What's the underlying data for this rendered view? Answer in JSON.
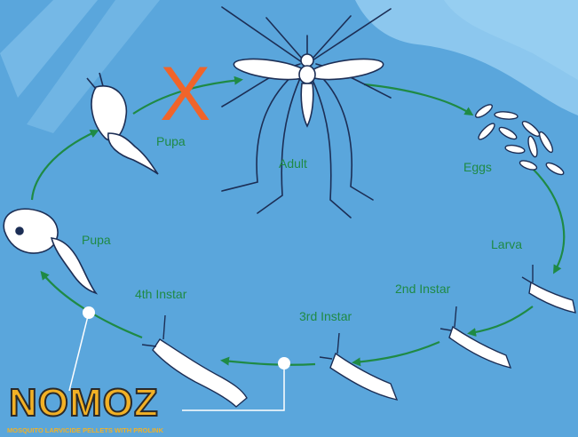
{
  "stages": {
    "adult": "Adult",
    "eggs": "Eggs",
    "larva": "Larva",
    "instar2": "2nd Instar",
    "instar3": "3rd Instar",
    "instar4": "4th Instar",
    "pupa_lower": "Pupa",
    "pupa_upper": "Pupa"
  },
  "cross_mark": "X",
  "logo": {
    "word": "NOMOZ",
    "tagline": "MOSQUITO LARVICIDE PELLETS WITH PROLINK"
  },
  "colors": {
    "background": "#5aa6dc",
    "light_shapes": "#8cc7ee",
    "arrow": "#1f8a45",
    "label": "#1f8a45",
    "cross": "#f0642a",
    "logo_fill": "#f2b125",
    "insect_body": "#ffffff",
    "insect_outline": "#1c2e55"
  }
}
